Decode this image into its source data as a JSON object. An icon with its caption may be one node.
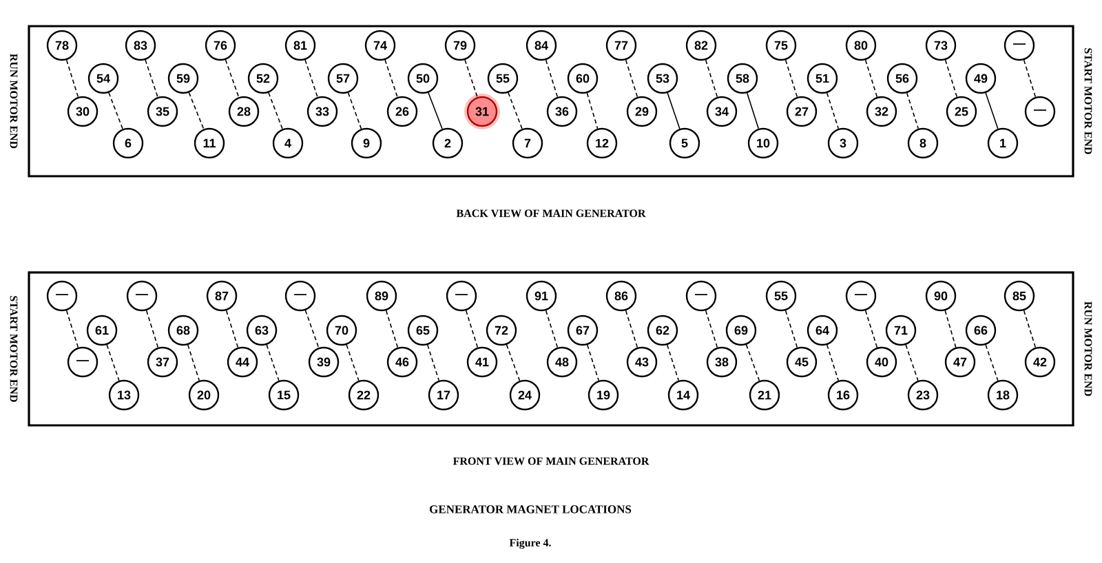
{
  "diagram": {
    "title": "GENERATOR MAGNET LOCATIONS",
    "caption": "Figure 4.",
    "nodes": [
      {
        "text": [
          "BACK VIEW OF MAIN GENERATOR"
        ],
        "beside": [
          "RUN MOTOR END",
          "START MOTOR END"
        ]
      },
      {
        "text": [
          "78"
        ],
        "in": 0
      },
      {
        "text": [
          "83"
        ],
        "in": 0
      },
      {
        "text": [
          "76"
        ],
        "in": 0
      },
      {
        "text": [
          "81"
        ],
        "in": 0
      },
      {
        "text": [
          "74"
        ],
        "in": 0
      },
      {
        "text": [
          "79"
        ],
        "in": 0
      },
      {
        "text": [
          "84"
        ],
        "in": 0
      },
      {
        "text": [
          "77"
        ],
        "in": 0
      },
      {
        "text": [
          "82"
        ],
        "in": 0
      },
      {
        "text": [
          "75"
        ],
        "in": 0
      },
      {
        "text": [
          "80"
        ],
        "in": 0
      },
      {
        "text": [
          "73"
        ],
        "in": 0
      },
      {
        "text": [
          "—"
        ],
        "in": 0
      },
      {
        "text": [
          "54"
        ],
        "in": 0
      },
      {
        "text": [
          "59"
        ],
        "in": 0
      },
      {
        "text": [
          "52"
        ],
        "in": 0
      },
      {
        "text": [
          "57"
        ],
        "in": 0
      },
      {
        "text": [
          "50"
        ],
        "in": 0
      },
      {
        "text": [
          "55"
        ],
        "in": 0
      },
      {
        "text": [
          "60"
        ],
        "in": 0
      },
      {
        "text": [
          "53"
        ],
        "in": 0
      },
      {
        "text": [
          "58"
        ],
        "in": 0
      },
      {
        "text": [
          "51"
        ],
        "in": 0
      },
      {
        "text": [
          "56"
        ],
        "in": 0
      },
      {
        "text": [
          "49"
        ],
        "in": 0
      },
      {
        "text": [
          "30"
        ],
        "in": 0
      },
      {
        "text": [
          "35"
        ],
        "in": 0
      },
      {
        "text": [
          "28"
        ],
        "in": 0
      },
      {
        "text": [
          "33"
        ],
        "in": 0
      },
      {
        "text": [
          "26"
        ],
        "in": 0
      },
      {
        "text": [
          "31"
        ],
        "in": 0
      },
      {
        "text": [
          "36"
        ],
        "in": 0
      },
      {
        "text": [
          "29"
        ],
        "in": 0
      },
      {
        "text": [
          "34"
        ],
        "in": 0
      },
      {
        "text": [
          "27"
        ],
        "in": 0
      },
      {
        "text": [
          "32"
        ],
        "in": 0
      },
      {
        "text": [
          "25"
        ],
        "in": 0
      },
      {
        "text": [
          "—"
        ],
        "in": 0
      },
      {
        "text": [
          "6"
        ],
        "in": 0
      },
      {
        "text": [
          "11"
        ],
        "in": 0
      },
      {
        "text": [
          "4"
        ],
        "in": 0
      },
      {
        "text": [
          "9"
        ],
        "in": 0
      },
      {
        "text": [
          "2"
        ],
        "in": 0
      },
      {
        "text": [
          "7"
        ],
        "in": 0
      },
      {
        "text": [
          "12"
        ],
        "in": 0
      },
      {
        "text": [
          "5"
        ],
        "in": 0
      },
      {
        "text": [
          "10"
        ],
        "in": 0
      },
      {
        "text": [
          "3"
        ],
        "in": 0
      },
      {
        "text": [
          "8"
        ],
        "in": 0
      },
      {
        "text": [
          "1"
        ],
        "in": 0
      },
      {
        "text": [
          "FRONT VIEW OF MAIN GENERATOR"
        ],
        "beside": [
          "START MOTOR END",
          "RUN MOTOR END"
        ]
      },
      {
        "text": [
          "—"
        ],
        "in": 51
      },
      {
        "text": [
          "—"
        ],
        "in": 51
      },
      {
        "text": [
          "87"
        ],
        "in": 51
      },
      {
        "text": [
          "—"
        ],
        "in": 51
      },
      {
        "text": [
          "89"
        ],
        "in": 51
      },
      {
        "text": [
          "—"
        ],
        "in": 51
      },
      {
        "text": [
          "91"
        ],
        "in": 51
      },
      {
        "text": [
          "86"
        ],
        "in": 51
      },
      {
        "text": [
          "—"
        ],
        "in": 51
      },
      {
        "text": [
          "55"
        ],
        "in": 51
      },
      {
        "text": [
          "—"
        ],
        "in": 51
      },
      {
        "text": [
          "90"
        ],
        "in": 51
      },
      {
        "text": [
          "85"
        ],
        "in": 51
      },
      {
        "text": [
          "61"
        ],
        "in": 51
      },
      {
        "text": [
          "68"
        ],
        "in": 51
      },
      {
        "text": [
          "63"
        ],
        "in": 51
      },
      {
        "text": [
          "70"
        ],
        "in": 51
      },
      {
        "text": [
          "65"
        ],
        "in": 51
      },
      {
        "text": [
          "72"
        ],
        "in": 51
      },
      {
        "text": [
          "67"
        ],
        "in": 51
      },
      {
        "text": [
          "62"
        ],
        "in": 51
      },
      {
        "text": [
          "69"
        ],
        "in": 51
      },
      {
        "text": [
          "64"
        ],
        "in": 51
      },
      {
        "text": [
          "71"
        ],
        "in": 51
      },
      {
        "text": [
          "66"
        ],
        "in": 51
      },
      {
        "text": [
          "—"
        ],
        "in": 51
      },
      {
        "text": [
          "37"
        ],
        "in": 51
      },
      {
        "text": [
          "44"
        ],
        "in": 51
      },
      {
        "text": [
          "39"
        ],
        "in": 51
      },
      {
        "text": [
          "46"
        ],
        "in": 51
      },
      {
        "text": [
          "41"
        ],
        "in": 51
      },
      {
        "text": [
          "48"
        ],
        "in": 51
      },
      {
        "text": [
          "43"
        ],
        "in": 51
      },
      {
        "text": [
          "38"
        ],
        "in": 51
      },
      {
        "text": [
          "45"
        ],
        "in": 51
      },
      {
        "text": [
          "40"
        ],
        "in": 51
      },
      {
        "text": [
          "47"
        ],
        "in": 51
      },
      {
        "text": [
          "42"
        ],
        "in": 51
      },
      {
        "text": [
          "13"
        ],
        "in": 51
      },
      {
        "text": [
          "20"
        ],
        "in": 51
      },
      {
        "text": [
          "15"
        ],
        "in": 51
      },
      {
        "text": [
          "22"
        ],
        "in": 51
      },
      {
        "text": [
          "17"
        ],
        "in": 51
      },
      {
        "text": [
          "24"
        ],
        "in": 51
      },
      {
        "text": [
          "19"
        ],
        "in": 51
      },
      {
        "text": [
          "14"
        ],
        "in": 51
      },
      {
        "text": [
          "21"
        ],
        "in": 51
      },
      {
        "text": [
          "16"
        ],
        "in": 51
      },
      {
        "text": [
          "23"
        ],
        "in": 51
      },
      {
        "text": [
          "18"
        ],
        "in": 51
      }
    ],
    "edges": [
      {
        "from": 1,
        "to": 26,
        "arrow": "none",
        "style": "dashed"
      },
      {
        "from": 2,
        "to": 27,
        "arrow": "none",
        "style": "dashed"
      },
      {
        "from": 3,
        "to": 28,
        "arrow": "none",
        "style": "dashed"
      },
      {
        "from": 4,
        "to": 29,
        "arrow": "none",
        "style": "dashed"
      },
      {
        "from": 5,
        "to": 30,
        "arrow": "none",
        "style": "dashed"
      },
      {
        "from": 6,
        "to": 31,
        "arrow": "none",
        "style": "dashed"
      },
      {
        "from": 7,
        "to": 32,
        "arrow": "none",
        "style": "dashed"
      },
      {
        "from": 8,
        "to": 33,
        "arrow": "none",
        "style": "dashed"
      },
      {
        "from": 9,
        "to": 34,
        "arrow": "none",
        "style": "dashed"
      },
      {
        "from": 10,
        "to": 35,
        "arrow": "none",
        "style": "dashed"
      },
      {
        "from": 11,
        "to": 36,
        "arrow": "none",
        "style": "dashed"
      },
      {
        "from": 12,
        "to": 37,
        "arrow": "none",
        "style": "dashed"
      },
      {
        "from": 13,
        "to": 38,
        "arrow": "none",
        "style": "dashed"
      },
      {
        "from": 14,
        "to": 39,
        "arrow": "none",
        "style": "dashed"
      },
      {
        "from": 15,
        "to": 40,
        "arrow": "none",
        "style": "dashed"
      },
      {
        "from": 16,
        "to": 41,
        "arrow": "none",
        "style": "dashed"
      },
      {
        "from": 17,
        "to": 42,
        "arrow": "none",
        "style": "dashed"
      },
      {
        "from": 18,
        "to": 43,
        "arrow": "none"
      },
      {
        "from": 19,
        "to": 44,
        "arrow": "none",
        "style": "dashed"
      },
      {
        "from": 20,
        "to": 45,
        "arrow": "none",
        "style": "dashed"
      },
      {
        "from": 21,
        "to": 46,
        "arrow": "none"
      },
      {
        "from": 22,
        "to": 47,
        "arrow": "none"
      },
      {
        "from": 23,
        "to": 48,
        "arrow": "none",
        "style": "dashed"
      },
      {
        "from": 24,
        "to": 49,
        "arrow": "none",
        "style": "dashed"
      },
      {
        "from": 25,
        "to": 50,
        "arrow": "none"
      },
      {
        "from": 52,
        "to": 77,
        "arrow": "none",
        "style": "dashed"
      },
      {
        "from": 53,
        "to": 78,
        "arrow": "none",
        "style": "dashed"
      },
      {
        "from": 54,
        "to": 79,
        "arrow": "none",
        "style": "dashed"
      },
      {
        "from": 55,
        "to": 80,
        "arrow": "none",
        "style": "dashed"
      },
      {
        "from": 56,
        "to": 81,
        "arrow": "none",
        "style": "dashed"
      },
      {
        "from": 57,
        "to": 82,
        "arrow": "none",
        "style": "dashed"
      },
      {
        "from": 58,
        "to": 83,
        "arrow": "none",
        "style": "dashed"
      },
      {
        "from": 59,
        "to": 84,
        "arrow": "none",
        "style": "dashed"
      },
      {
        "from": 60,
        "to": 85,
        "arrow": "none",
        "style": "dashed"
      },
      {
        "from": 61,
        "to": 86,
        "arrow": "none",
        "style": "dashed"
      },
      {
        "from": 62,
        "to": 87,
        "arrow": "none",
        "style": "dashed"
      },
      {
        "from": 63,
        "to": 88,
        "arrow": "none",
        "style": "dashed"
      },
      {
        "from": 64,
        "to": 89,
        "arrow": "none",
        "style": "dashed"
      },
      {
        "from": 65,
        "to": 90,
        "arrow": "none",
        "style": "dashed"
      },
      {
        "from": 66,
        "to": 91,
        "arrow": "none",
        "style": "dashed"
      },
      {
        "from": 67,
        "to": 92,
        "arrow": "none",
        "style": "dashed"
      },
      {
        "from": 68,
        "to": 93,
        "arrow": "none",
        "style": "dashed"
      },
      {
        "from": 69,
        "to": 94,
        "arrow": "none",
        "style": "dashed"
      },
      {
        "from": 70,
        "to": 95,
        "arrow": "none",
        "style": "dashed"
      },
      {
        "from": 71,
        "to": 96,
        "arrow": "none",
        "style": "dashed"
      },
      {
        "from": 72,
        "to": 97,
        "arrow": "none",
        "style": "dashed"
      },
      {
        "from": 73,
        "to": 98,
        "arrow": "none",
        "style": "dashed"
      },
      {
        "from": 74,
        "to": 99,
        "arrow": "none",
        "style": "dashed"
      },
      {
        "from": 75,
        "to": 100,
        "arrow": "none",
        "style": "dashed"
      },
      {
        "from": 76,
        "to": 101,
        "arrow": "none",
        "style": "dashed"
      }
    ]
  }
}
